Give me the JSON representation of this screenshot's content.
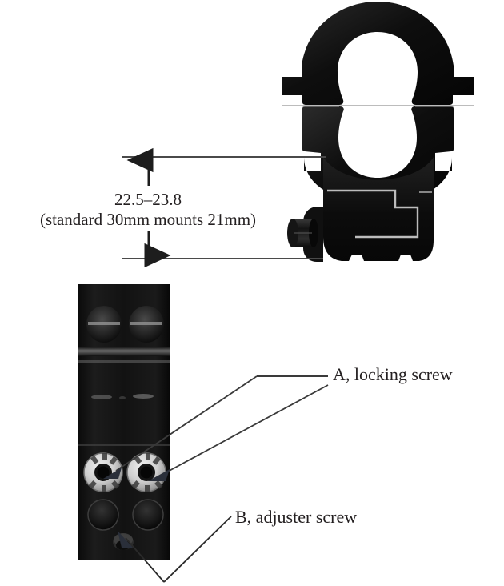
{
  "figure": {
    "title": "Scope ring mount height and screw callout diagram",
    "background_color": "#ffffff",
    "ink_color": "#231f20"
  },
  "dimension": {
    "name": "mount-height-dimension",
    "value_text": "22.5–23.8",
    "note_text": "(standard 30mm mounts 21mm)",
    "unit": "mm",
    "min": 22.5,
    "max": 23.8,
    "standard_30mm_height": 21,
    "arrow_direction": "double-vertical"
  },
  "callouts": [
    {
      "key": "A",
      "name": "callout-locking-screw",
      "label": "A, locking screw",
      "leader_count": 2,
      "points_to": "silver-hex-socket-screws"
    },
    {
      "key": "B",
      "name": "callout-adjuster-screw",
      "label": "B, adjuster screw",
      "leader_count": 1,
      "points_to": "lower-adjuster-boss"
    }
  ],
  "photos": [
    {
      "name": "scope-ring-side-view",
      "caption": "",
      "description": "Black two-piece scope ring with clamp wings, stepped base and protruding clamp screw"
    },
    {
      "name": "mount-base-detail-photo",
      "caption": "",
      "description": "Close-up of mount base showing two dome screws, two silver locking screws with hex sockets, two recessed holes and the adjuster screw boss"
    }
  ],
  "colors": {
    "ink": "#231f20",
    "metal_dark": "#0d0d0d",
    "metal_mid": "#2a2a2a",
    "metal_light": "#c9c9c9",
    "silver_screw": "#d8d8d8",
    "leader_line": "#3a3a3a"
  }
}
